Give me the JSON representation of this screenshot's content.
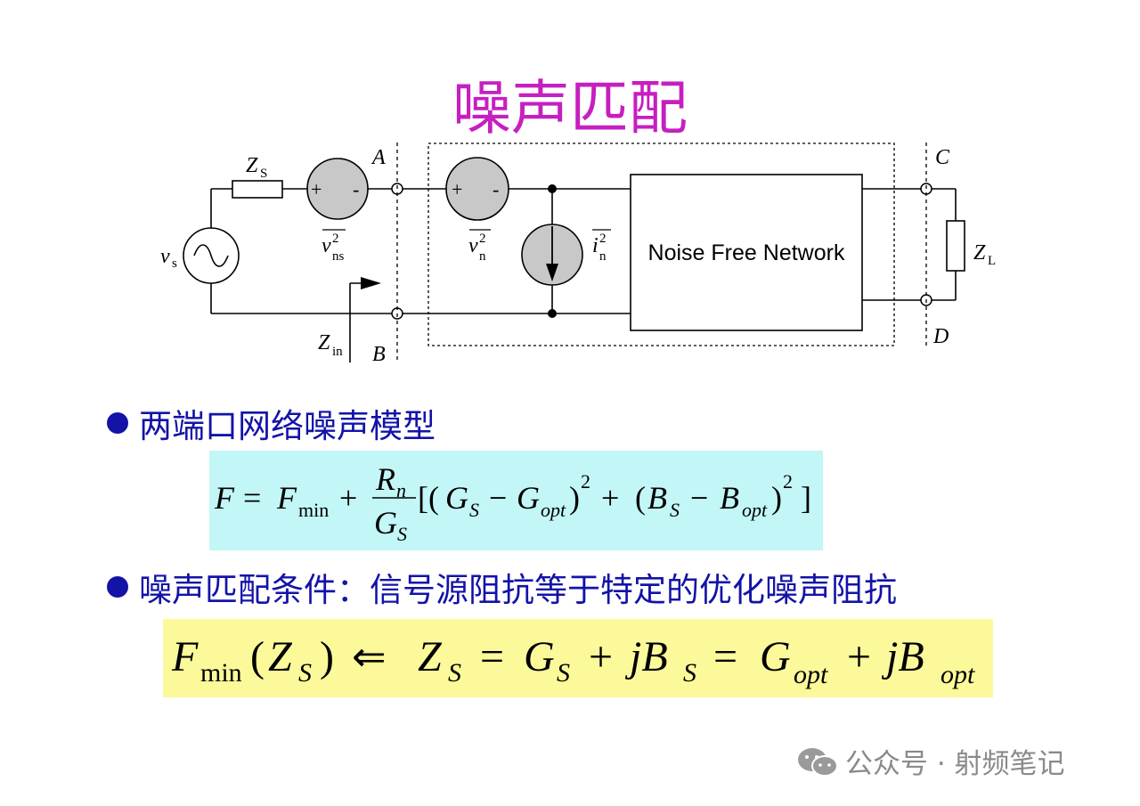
{
  "title": "噪声匹配",
  "circuit": {
    "source_label": "v",
    "source_sub": "s",
    "zs_label": "Z",
    "zs_sub": "S",
    "vns_label": "v",
    "vns_sup": "2",
    "vns_sub": "ns",
    "vn_label": "v",
    "vn_sup": "2",
    "vn_sub": "n",
    "in_label": "i",
    "in_sup": "2",
    "in_sub": "n",
    "plus": "+",
    "minus": "-",
    "zin_label": "Z",
    "zin_sub": "in",
    "node_a": "A",
    "node_b": "B",
    "node_c": "C",
    "node_d": "D",
    "network_label": "Noise Free Network",
    "zl_label": "Z",
    "zl_sub": "L"
  },
  "bullets": [
    "两端口网络噪声模型",
    "噪声匹配条件：信号源阻抗等于特定的优化噪声阻抗"
  ],
  "eq1": {
    "F": "F",
    "eq": "=",
    "Fmin": "F",
    "min": "min",
    "plus": "+",
    "num": "R",
    "num_sub": "n",
    "den": "G",
    "den_sub": "S",
    "open": "[(",
    "G1": "G",
    "S1": "S",
    "minus1": "−",
    "G2": "G",
    "opt1": "opt",
    "close1": ")",
    "sq1": "2",
    "plus2": "+",
    "open2": "(",
    "B1": "B",
    "S2": "S",
    "minus2": "−",
    "B2": "B",
    "opt2": "opt",
    "close2": ")",
    "sq2": "2",
    "end": "]"
  },
  "eq2": {
    "F": "F",
    "min": "min",
    "lp": "(",
    "Z": "Z",
    "S": "S",
    "rp": ")",
    "arrow": "⇐",
    "Z2": "Z",
    "S2": "S",
    "eq1": "=",
    "G": "G",
    "S3": "S",
    "plus1": "+",
    "jB": "jB",
    "S4": "S",
    "eq2": "=",
    "G2": "G",
    "opt": "opt",
    "plus2": "+",
    "jB2": "jB",
    "opt2": "opt"
  },
  "watermark": "公众号 · 射频笔记",
  "colors": {
    "title": "#c61fc0",
    "bullet_text": "#1313a8",
    "eq1_bg": "#c3f6f7",
    "eq2_bg": "#fbf99a",
    "source_fill": "#c8c8c8"
  }
}
